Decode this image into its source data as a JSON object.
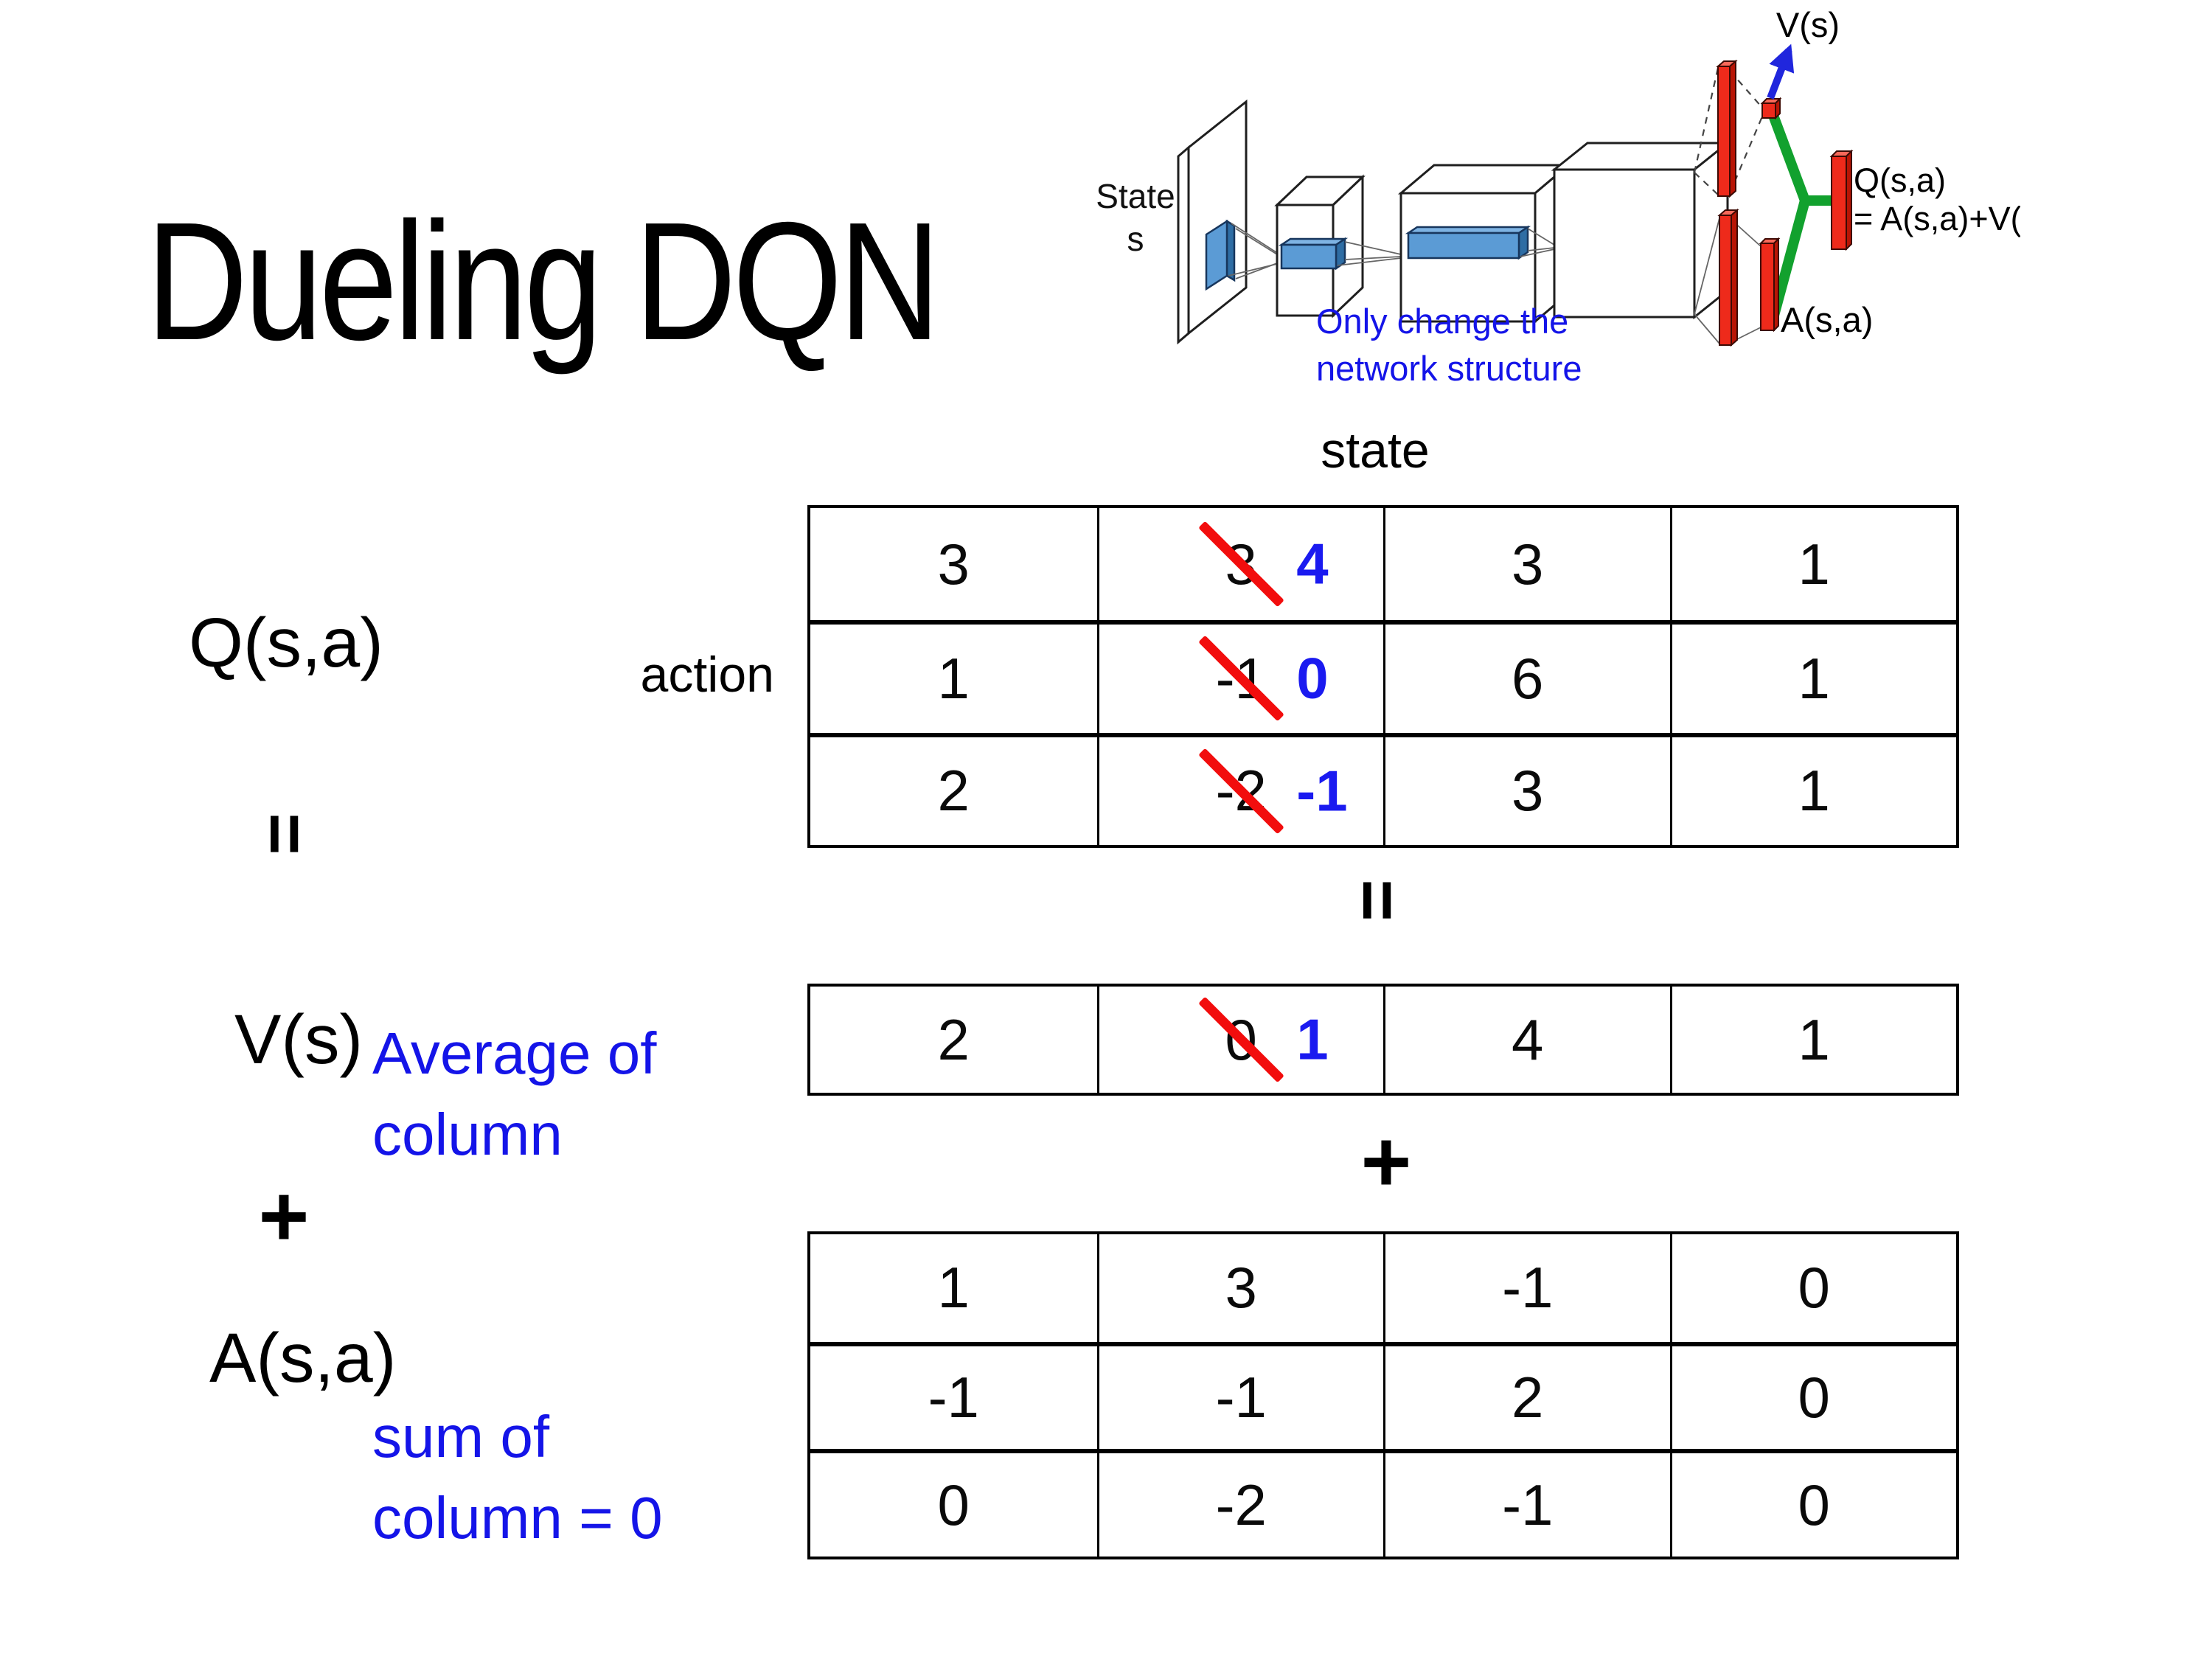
{
  "title": "Dueling DQN",
  "colors": {
    "annotation_blue": "#1414E8",
    "corrected_value_blue": "#1A1AF0",
    "strike_red": "#F20D0D",
    "bar_red": "#EE2A1B",
    "conv_blue": "#5B9BD5",
    "merge_green": "#12A12E",
    "arrow_blue": "#2026DD"
  },
  "diagram": {
    "input_label_line1": "State",
    "input_label_line2": "s",
    "note_line1": "Only change the",
    "note_line2": "network structure",
    "v_output_label": "V(s)",
    "a_output_label": "A(s,a)",
    "q_output_label_line1": "Q(s,a)",
    "q_output_label_line2": "= A(s,a)+V(s)"
  },
  "equation": {
    "q_label": "Q(s,a)",
    "equals_left": "=",
    "v_label": "V(s)",
    "plus_left": "+",
    "a_label": "A(s,a)",
    "equals_mid": "=",
    "plus_mid": "+",
    "avg_note_line1": "Average of",
    "avg_note_line2": "column",
    "sum_note_line1": "sum of",
    "sum_note_line2": "column = 0"
  },
  "q_table": {
    "state_header": "state",
    "action_header": "action",
    "rows": [
      [
        {
          "v": "3"
        },
        {
          "old": "3",
          "new": "4"
        },
        {
          "v": "3"
        },
        {
          "v": "1"
        }
      ],
      [
        {
          "v": "1"
        },
        {
          "old": "-1",
          "new": "0"
        },
        {
          "v": "6"
        },
        {
          "v": "1"
        }
      ],
      [
        {
          "v": "2"
        },
        {
          "old": "-2",
          "new": "-1"
        },
        {
          "v": "3"
        },
        {
          "v": "1"
        }
      ]
    ]
  },
  "v_table": {
    "rows": [
      [
        {
          "v": "2"
        },
        {
          "old": "0",
          "new": "1"
        },
        {
          "v": "4"
        },
        {
          "v": "1"
        }
      ]
    ]
  },
  "a_table": {
    "rows": [
      [
        {
          "v": "1"
        },
        {
          "v": "3"
        },
        {
          "v": "-1"
        },
        {
          "v": "0"
        }
      ],
      [
        {
          "v": "-1"
        },
        {
          "v": "-1"
        },
        {
          "v": "2"
        },
        {
          "v": "0"
        }
      ],
      [
        {
          "v": "0"
        },
        {
          "v": "-2"
        },
        {
          "v": "-1"
        },
        {
          "v": "0"
        }
      ]
    ]
  }
}
